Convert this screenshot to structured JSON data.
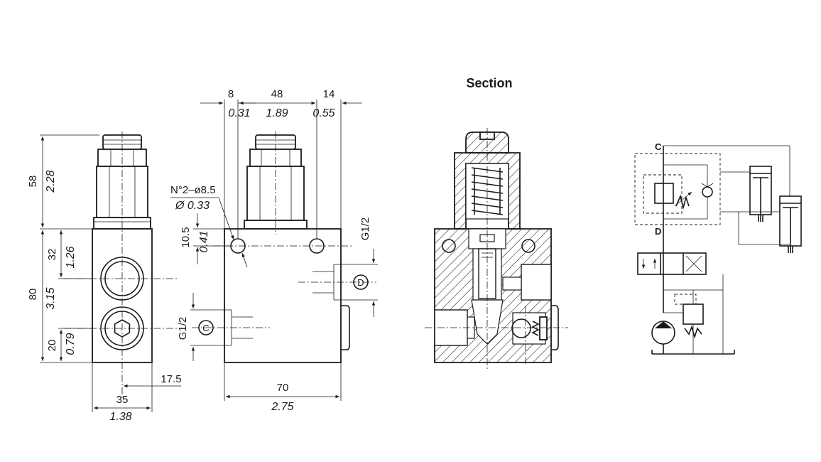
{
  "title": "Section",
  "side_view": {
    "dims": {
      "top_mm": "58",
      "top_in": "2.28",
      "upper_mm": "32",
      "upper_in": "1.26",
      "total_mm": "80",
      "total_in": "3.15",
      "lower_mm": "20",
      "lower_in": "0.79",
      "offset_mm": "17.5",
      "width_mm": "35",
      "width_in": "1.38"
    }
  },
  "front_view": {
    "dims": {
      "left_mm": "8",
      "left_in": "0.31",
      "mid_mm": "48",
      "mid_in": "1.89",
      "right_mm": "14",
      "right_in": "0.55",
      "hole_label": "N°2–ø8.5",
      "hole_in": "Ø 0.33",
      "hole_y_mm": "10.5",
      "hole_y_in": "0.41",
      "port_d_thread": "G1/2",
      "port_c_thread": "G1/2",
      "width_mm": "70",
      "width_in": "2.75"
    },
    "ports": {
      "d": "D",
      "c": "C"
    }
  },
  "schematic": {
    "port_c": "C",
    "port_d": "D"
  }
}
